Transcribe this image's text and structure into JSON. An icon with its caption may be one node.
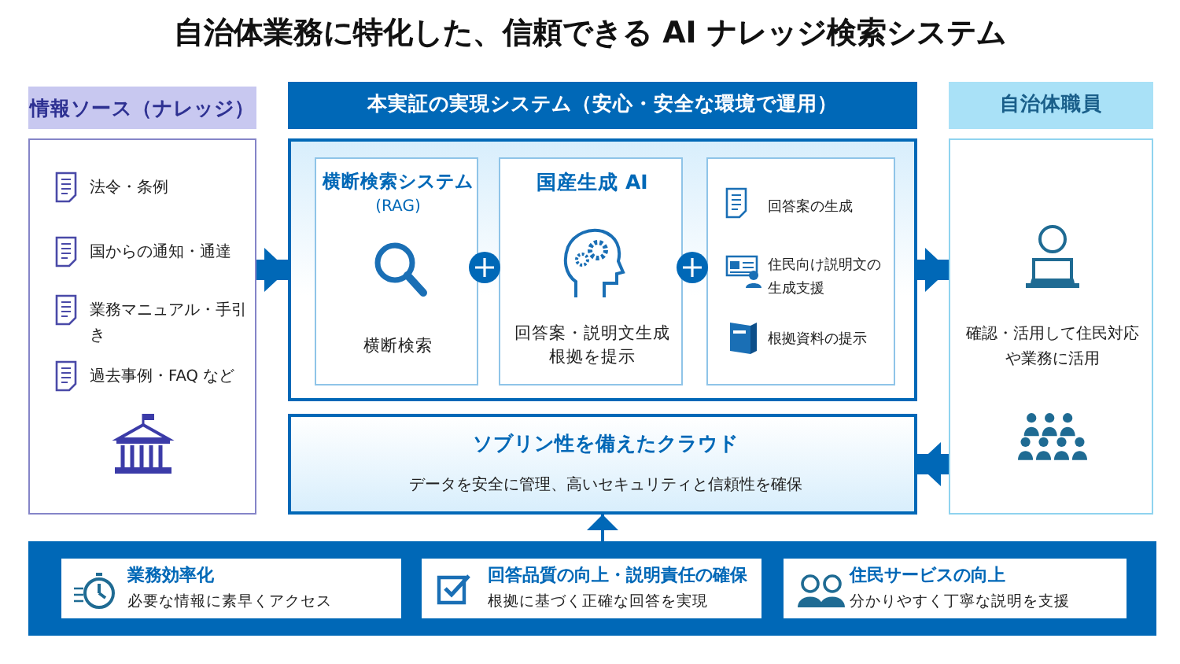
{
  "diagram": {
    "title": "自治体業務に特化した、信頼できる AI ナレッジ検索システム",
    "nodes": [
      {
        "text": [
          "情報ソース（ナレッジ）"
        ]
      },
      {
        "text": [
          "法令・条例",
          "国からの通知・通達",
          "業務マニュアル・手引き",
          "過去事例・FAQ など"
        ]
      },
      {
        "text": [
          "本実証の実現システム（安心・安全な環境で運用）"
        ]
      },
      {
        "text": [],
        "shape": "box"
      },
      {
        "text": [
          "横断検索システム",
          "(RAG)",
          "横断検索"
        ],
        "in": 3
      },
      {
        "text": [
          "国産生成 AI",
          "回答案・説明文生成根拠を提示"
        ],
        "in": 3
      },
      {
        "text": [
          "回答案の生成",
          "住民向け説明文の生成支援",
          "根拠資料の提示"
        ],
        "in": 3
      },
      {
        "text": [
          "自治体職員"
        ]
      },
      {
        "text": [
          "確認・活用して住民対応や業務に活用"
        ]
      },
      {
        "text": [
          "ソブリン性を備えたクラウド",
          "データを安全に管理、高いセキュリティと信頼性を確保"
        ]
      },
      {
        "text": [],
        "shape": "box"
      },
      {
        "text": [
          "業務効率化",
          "必要な情報に素早くアクセス"
        ],
        "in": 10
      },
      {
        "text": [
          "回答品質の向上・説明責任の確保",
          "根拠に基づく正確な回答を実現"
        ],
        "in": 10
      },
      {
        "text": [
          "住民サービスの向上",
          "分かりやすく丁寧な説明を支援"
        ],
        "in": 10
      }
    ],
    "edges": [
      {
        "from": 1,
        "to": 3,
        "arrow": "to"
      },
      {
        "from": 3,
        "to": 8,
        "arrow": "to"
      },
      {
        "from": 8,
        "to": 9,
        "arrow": "to"
      },
      {
        "from": 10,
        "to": 9,
        "arrow": "to"
      }
    ]
  }
}
